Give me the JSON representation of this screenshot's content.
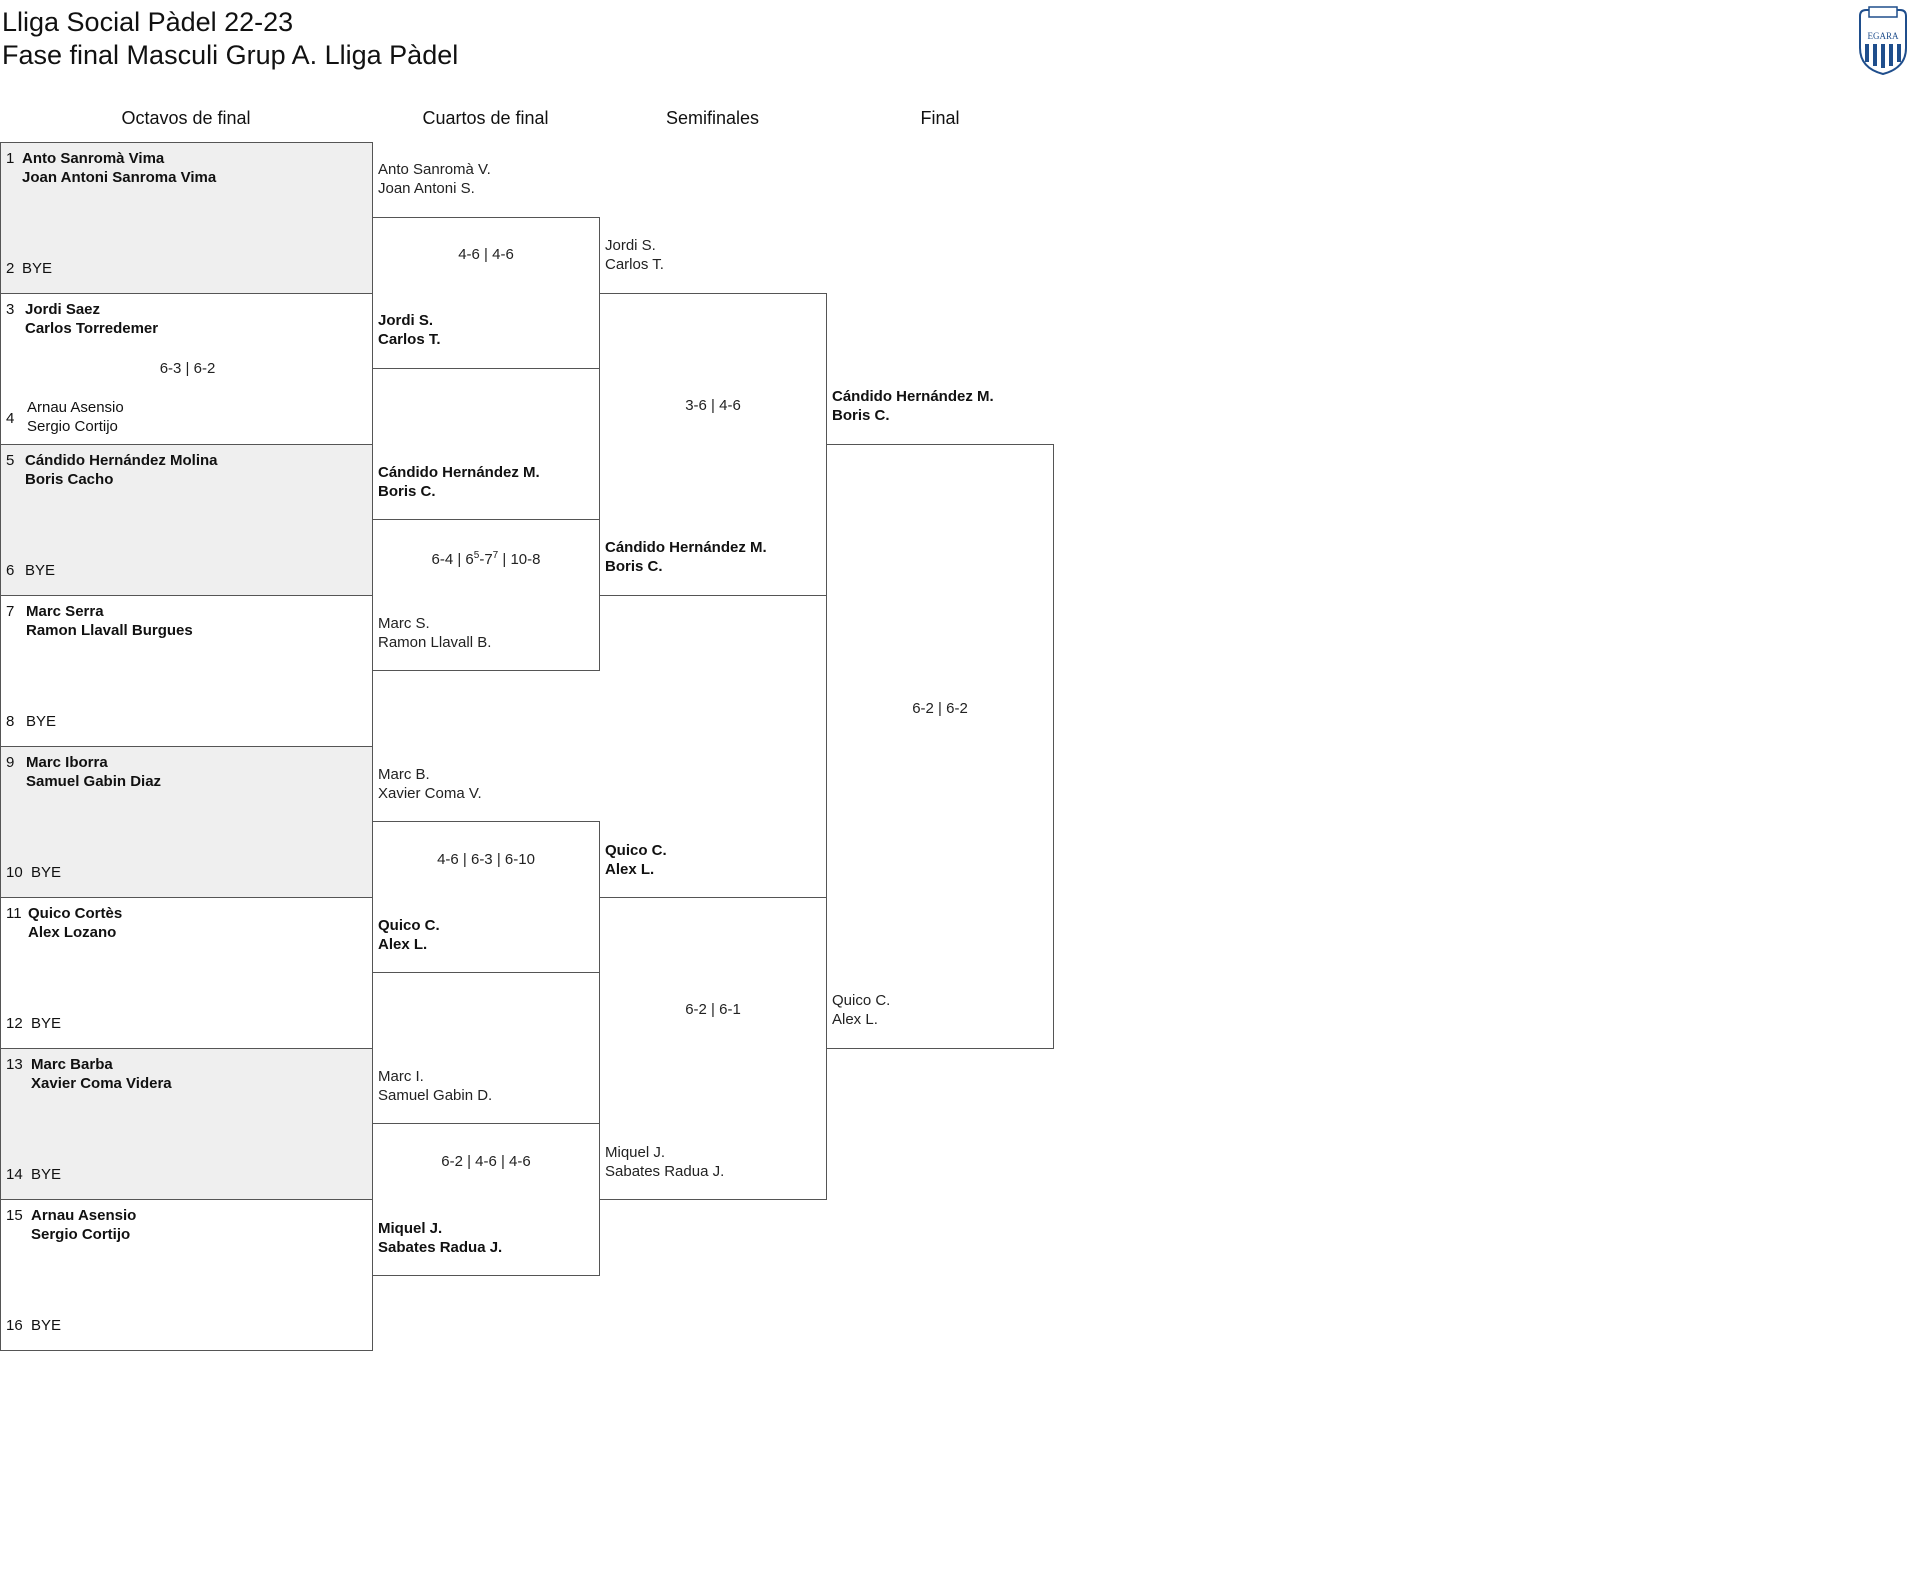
{
  "header": {
    "title": "Lliga Social Pàdel 22-23",
    "subtitle": "Fase final Masculi Grup A. Lliga Pàdel",
    "logo_text": "EGARA"
  },
  "rounds": [
    "Octavos de final",
    "Cuartos de final",
    "Semifinales",
    "Final"
  ],
  "r16": [
    {
      "seed_a": "1",
      "a1": "Anto Sanromà Vima",
      "a2": "Joan Antoni Sanroma Vima",
      "seed_b": "2",
      "b1": "BYE",
      "b2": "",
      "score": ""
    },
    {
      "seed_a": "3",
      "a1": "Jordi Saez",
      "a2": "Carlos Torredemer",
      "seed_b": "4",
      "b1": "Arnau Asensio",
      "b2": "Sergio Cortijo",
      "score": "6-3 | 6-2"
    },
    {
      "seed_a": "5",
      "a1": "Cándido Hernández Molina",
      "a2": "Boris Cacho",
      "seed_b": "6",
      "b1": "BYE",
      "b2": "",
      "score": ""
    },
    {
      "seed_a": "7",
      "a1": "Marc Serra",
      "a2": "Ramon Llavall Burgues",
      "seed_b": "8",
      "b1": "BYE",
      "b2": "",
      "score": ""
    },
    {
      "seed_a": "9",
      "a1": "Marc Iborra",
      "a2": "Samuel Gabin Diaz",
      "seed_b": "10",
      "b1": "BYE",
      "b2": "",
      "score": ""
    },
    {
      "seed_a": "11",
      "a1": "Quico Cortès",
      "a2": "Alex Lozano",
      "seed_b": "12",
      "b1": "BYE",
      "b2": "",
      "score": ""
    },
    {
      "seed_a": "13",
      "a1": "Marc Barba",
      "a2": "Xavier Coma Videra",
      "seed_b": "14",
      "b1": "BYE",
      "b2": "",
      "score": ""
    },
    {
      "seed_a": "15",
      "a1": "Arnau Asensio",
      "a2": "Sergio Cortijo",
      "seed_b": "16",
      "b1": "BYE",
      "b2": "",
      "score": ""
    }
  ],
  "qf": [
    {
      "a1": "Anto Sanromà V.",
      "a2": "Joan Antoni S.",
      "b1": "Jordi S.",
      "b2": "Carlos T.",
      "score": "4-6 | 4-6"
    },
    {
      "a1": "Cándido Hernández M.",
      "a2": "Boris C.",
      "b1": "Marc S.",
      "b2": "Ramon Llavall B.",
      "score_parts": [
        "6-4 | 6",
        "5",
        "-7",
        "7",
        " | 10-8"
      ]
    },
    {
      "a1": "Marc B.",
      "a2": "Xavier Coma V.",
      "b1": "Quico C.",
      "b2": "Alex L.",
      "score": "4-6 | 6-3 | 6-10"
    },
    {
      "a1": "Marc I.",
      "a2": "Samuel Gabin D.",
      "b1": "Miquel J.",
      "b2": "Sabates Radua J.",
      "score": "6-2 | 4-6 | 4-6"
    }
  ],
  "sf": [
    {
      "a1": "Jordi S.",
      "a2": "Carlos T.",
      "b1": "Cándido Hernández M.",
      "b2": "Boris C.",
      "score": "3-6 | 4-6"
    },
    {
      "a1": "Quico C.",
      "a2": "Alex L.",
      "b1": "Miquel J.",
      "b2": "Sabates Radua J.",
      "score": "6-2 | 6-1"
    }
  ],
  "final": {
    "a1": "Cándido Hernández M.",
    "a2": "Boris C.",
    "b1": "Quico C.",
    "b2": "Alex L.",
    "score": "6-2 | 6-2"
  },
  "colors": {
    "shade": "#efefef",
    "border": "#555555",
    "logo_blue": "#1f4e8c"
  }
}
